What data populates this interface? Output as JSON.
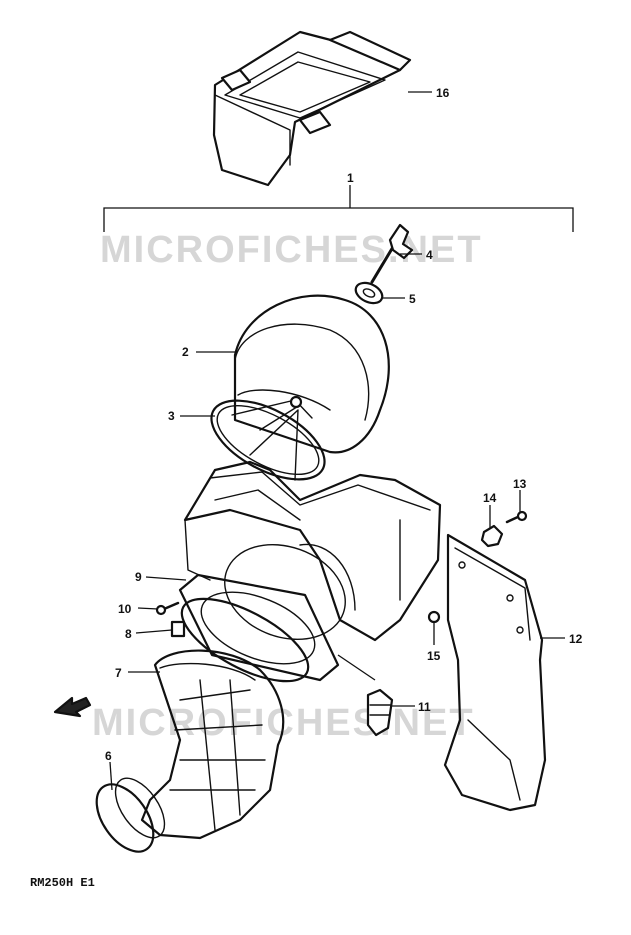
{
  "watermarks": [
    "MICROFICHES.NET",
    "MICROFICHES.NET"
  ],
  "diagram_code": "RM250H E1",
  "callouts": {
    "c1": "1",
    "c2": "2",
    "c3": "3",
    "c4": "4",
    "c5": "5",
    "c6": "6",
    "c7": "7",
    "c8": "8",
    "c9": "9",
    "c10": "10",
    "c11": "11",
    "c12": "12",
    "c13": "13",
    "c14": "14",
    "c15": "15",
    "c16": "16"
  }
}
